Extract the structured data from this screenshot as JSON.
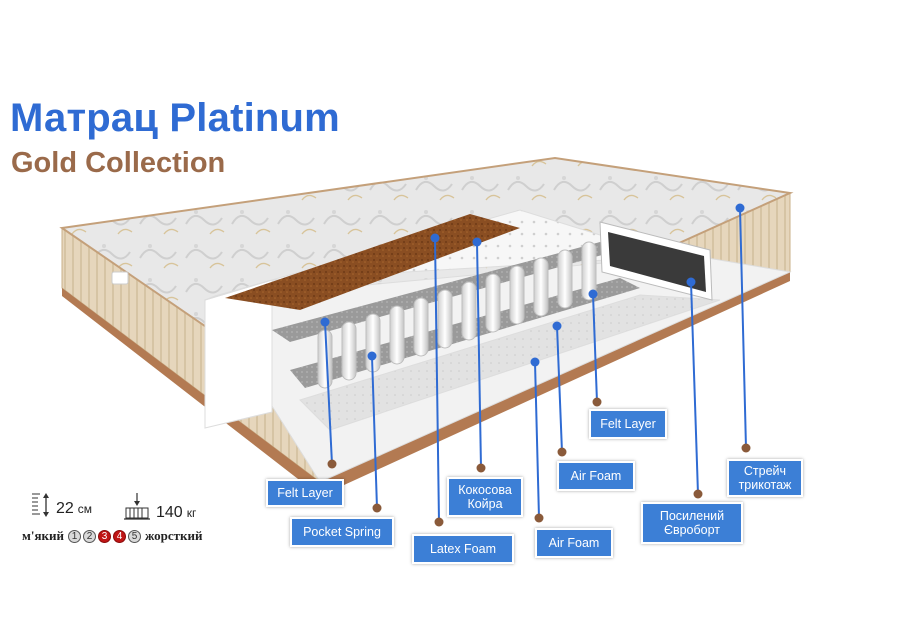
{
  "title": "Матрац Platinum",
  "subtitle": "Gold Collection",
  "labels": [
    {
      "id": "felt-layer-left",
      "text": "Felt Layer"
    },
    {
      "id": "pocket-spring",
      "text": "Pocket Spring"
    },
    {
      "id": "latex-foam",
      "text": "Latex Foam"
    },
    {
      "id": "coconut-coir",
      "text": "Кокосова\nКойра"
    },
    {
      "id": "air-foam-lower",
      "text": "Air Foam"
    },
    {
      "id": "air-foam-upper",
      "text": "Air Foam"
    },
    {
      "id": "felt-layer-right",
      "text": "Felt Layer"
    },
    {
      "id": "reinforced-euroframe",
      "text": "Посилений\nЄвроборт"
    },
    {
      "id": "stretch-knit",
      "text": "Стрейч\nтрикотаж"
    }
  ],
  "specs": {
    "height_value": "22",
    "height_unit": "см",
    "load_value": "140",
    "load_unit": "кг",
    "soft_label": "м'який",
    "hard_label": "жорсткий",
    "firmness_levels": [
      "1",
      "2",
      "3",
      "4",
      "5"
    ],
    "firmness_active": [
      3,
      4
    ]
  },
  "colors": {
    "title": "#2f6bd3",
    "subtitle": "#9a6a4a",
    "callout": "#3c7fd6",
    "leader_blue": "#2f6bd3",
    "leader_brown": "#8a5a3a",
    "firmness_active": "#c01515"
  }
}
